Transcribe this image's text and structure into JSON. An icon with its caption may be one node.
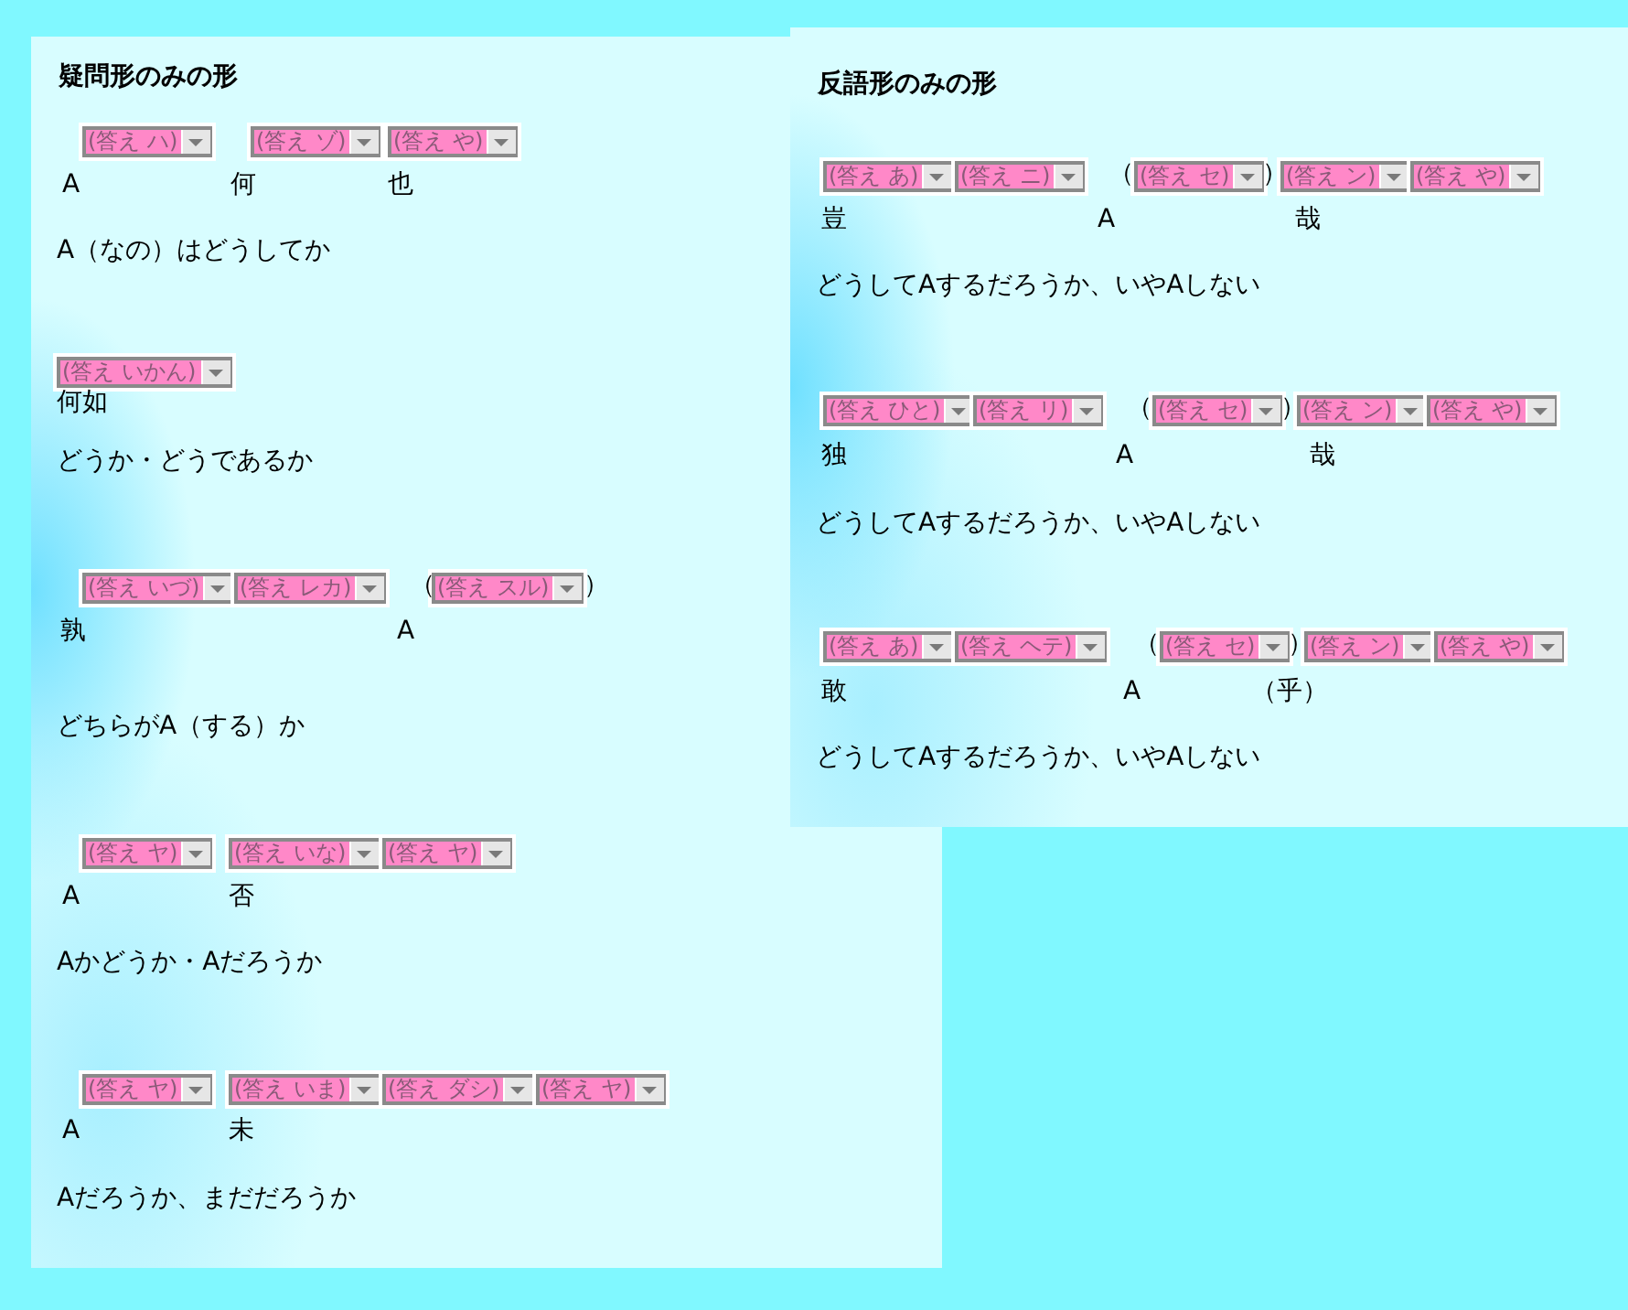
{
  "diagram": {
    "nodes": [
      {
        "text": [
          "疑問形のみの形"
        ]
      },
      {
        "text": [
          "(答え ハ)"
        ],
        "in": 0
      },
      {
        "text": [
          "(答え ゾ)"
        ],
        "in": 0
      },
      {
        "text": [
          "(答え や)"
        ],
        "in": 0
      },
      {
        "text": [
          "(答え いかん)"
        ],
        "in": 0
      },
      {
        "text": [
          "(答え いづ)"
        ],
        "in": 0
      },
      {
        "text": [
          "(答え レカ)"
        ],
        "in": 0
      },
      {
        "text": [
          "(答え スル)"
        ],
        "in": 0
      },
      {
        "text": [
          "(答え ヤ)"
        ],
        "in": 0
      },
      {
        "text": [
          "(答え いな)"
        ],
        "in": 0
      },
      {
        "text": [
          "(答え ヤ)"
        ],
        "in": 0
      },
      {
        "text": [
          "(答え ヤ)"
        ],
        "in": 0
      },
      {
        "text": [
          "(答え いま)"
        ],
        "in": 0
      },
      {
        "text": [
          "(答え ダシ)"
        ],
        "in": 0
      },
      {
        "text": [
          "(答え ヤ)"
        ],
        "in": 0
      },
      {
        "text": [
          "反語形のみの形"
        ]
      },
      {
        "text": [
          "(答え あ)"
        ],
        "in": 15
      },
      {
        "text": [
          "(答え ニ)"
        ],
        "in": 15
      },
      {
        "text": [
          "(答え セ)"
        ],
        "in": 15
      },
      {
        "text": [
          "(答え ン)"
        ],
        "in": 15
      },
      {
        "text": [
          "(答え や)"
        ],
        "in": 15
      },
      {
        "text": [
          "(答え ひと)"
        ],
        "in": 15
      },
      {
        "text": [
          "(答え リ)"
        ],
        "in": 15
      },
      {
        "text": [
          "(答え セ)"
        ],
        "in": 15
      },
      {
        "text": [
          "(答え ン)"
        ],
        "in": 15
      },
      {
        "text": [
          "(答え や)"
        ],
        "in": 15
      },
      {
        "text": [
          "(答え あ)"
        ],
        "in": 15
      },
      {
        "text": [
          "(答え ヘテ)"
        ],
        "in": 15
      },
      {
        "text": [
          "(答え セ)"
        ],
        "in": 15
      },
      {
        "text": [
          "(答え ン)"
        ],
        "in": 15
      },
      {
        "text": [
          "(答え や)"
        ],
        "in": 15
      }
    ],
    "labels": [
      "A",
      "何",
      "也",
      "A（なの）はどうしてか",
      "何如",
      "どうか・どうであるか",
      "（",
      "）",
      "孰",
      "A",
      "どちらがA（する）か",
      "A",
      "否",
      "Aかどうか・Aだろうか",
      "A",
      "未",
      "Aだろうか、まだだろうか",
      "（",
      "）",
      "豈",
      "A",
      "哉",
      "どうしてAするだろうか、いやAしない",
      "（",
      "）",
      "独",
      "A",
      "哉",
      "どうしてAするだろうか、いやAしない",
      "（",
      "）",
      "敢",
      "A",
      "（乎）",
      "どうしてAするだろうか、いやAしない"
    ]
  }
}
